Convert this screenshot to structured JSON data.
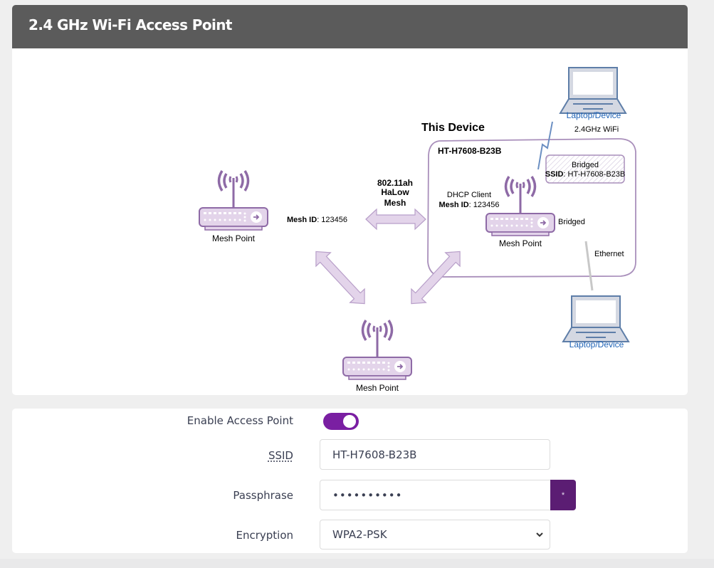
{
  "header": {
    "title": "2.4 GHz Wi-Fi Access Point"
  },
  "diagram": {
    "this_device_label": "This Device",
    "hostname": "HT-H7608-B23B",
    "laptop_top_label": "Laptop/Device",
    "wifi_label": "2.4GHz WiFi",
    "bridged_box": {
      "line1": "Bridged",
      "ssid_key": "SSID",
      "ssid_value": ": HT-H7608-B23B"
    },
    "dhcp_label": "DHCP Client",
    "local_mesh_id_key": "Mesh ID",
    "local_mesh_id_value": ": 123456",
    "local_node_label": "Mesh Point",
    "bridged_label": "Bridged",
    "ethernet_label": "Ethernet",
    "laptop_bottom_label": "Laptop/Device",
    "halow_label": [
      "802.11ah",
      "HaLow",
      "Mesh"
    ],
    "remote_mesh_id_key": "Mesh ID",
    "remote_mesh_id_value": ": 123456",
    "left_node_label": "Mesh Point",
    "bottom_node_label": "Mesh Point"
  },
  "form": {
    "enable_ap": {
      "label": "Enable Access Point",
      "value": true
    },
    "ssid": {
      "label": "SSID",
      "value": "HT-H7608-B23B"
    },
    "passphrase": {
      "label": "Passphrase",
      "masked_value": "••••••••••",
      "toggle_icon": "*"
    },
    "encryption": {
      "label": "Encryption",
      "selected": "WPA2-PSK"
    }
  },
  "colors": {
    "header_bg": "#5b5b5b",
    "accent": "#7a1fa2",
    "accent_dark": "#5b1d73",
    "diagram_purple": "#8e6aa6",
    "diagram_purple_fill": "#e3d4ea",
    "laptop_blue": "#1f63b6"
  }
}
